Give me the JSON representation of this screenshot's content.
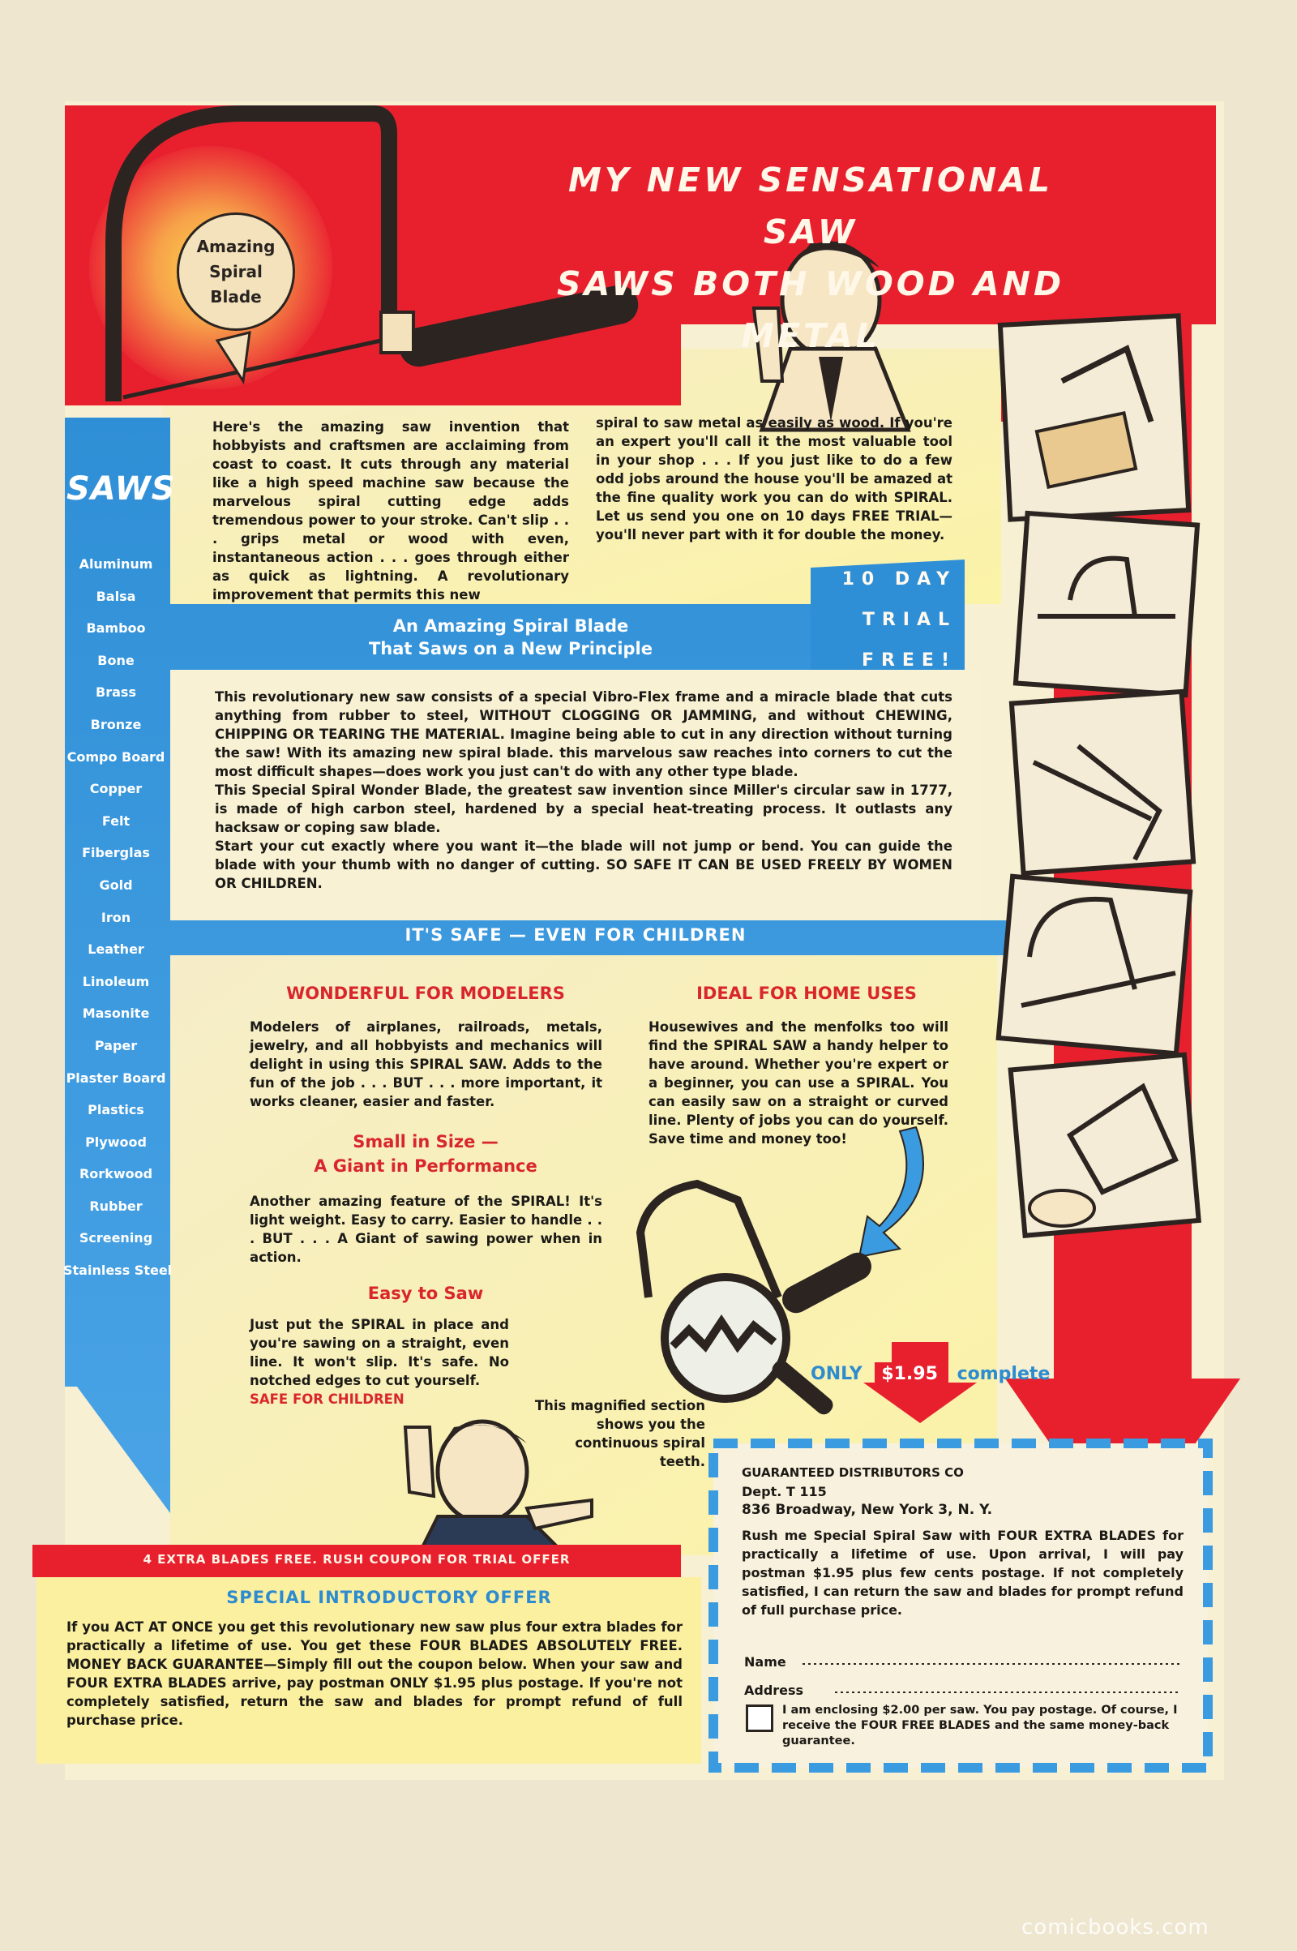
{
  "headline": {
    "line1": "MY NEW SENSATIONAL SAW",
    "line2": "SAWS BOTH WOOD AND METAL"
  },
  "badge": {
    "line1": "Amazing",
    "line2": "Spiral",
    "line3": "Blade"
  },
  "intro": {
    "col1": "Here's the amazing saw invention that hobbyists and craftsmen are acclaiming from coast to coast. It cuts through any material like a high speed machine saw because the marvelous spiral cutting edge adds tremendous power to your stroke. Can't slip . . . grips metal or wood with even, instantaneous action . . . goes through either as quick as lightning. A revolutionary improvement that permits this new",
    "col2": "spiral to saw metal as easily as wood. If you're an expert you'll call it the most valuable tool in your shop . . . If you just like to do a few odd jobs around the house you'll be amazed at the fine quality work you can do with SPIRAL. Let us send you one on 10 days FREE TRIAL—you'll never part with it for double the money."
  },
  "trial": {
    "line1": "10 DAY",
    "line2": "TRIAL",
    "line3": "FREE!"
  },
  "spiral_heading": {
    "line1": "An Amazing Spiral Blade",
    "line2": "That Saws on a New Principle"
  },
  "saws_sidebar": {
    "title": "SAWS",
    "materials": [
      "Aluminum",
      "Balsa",
      "Bamboo",
      "Bone",
      "Brass",
      "Bronze",
      "Compo Board",
      "Copper",
      "Felt",
      "Fiberglas",
      "Gold",
      "Iron",
      "Leather",
      "Linoleum",
      "Masonite",
      "Paper",
      "Plaster Board",
      "Plastics",
      "Plywood",
      "Rorkwood",
      "Rubber",
      "Screening",
      "Stainless Steel"
    ]
  },
  "description": {
    "p1": "This revolutionary new saw consists of a special Vibro-Flex frame and a miracle blade that cuts anything from rubber to steel, WITHOUT CLOGGING OR JAMMING, and without CHEWING, CHIPPING OR TEARING THE MATERIAL. Imagine being able to cut in any direction without turning the saw! With its amazing new spiral blade. this marvelous saw reaches into corners to cut the most difficult shapes—does work you just can't do with any other type blade.",
    "p2": "This Special Spiral Wonder Blade, the greatest saw invention since Miller's circular saw in 1777, is made of high carbon steel, hardened by a special heat-treating process. It outlasts any hacksaw or coping saw blade.",
    "p3": "Start your cut exactly where you want it—the blade will not jump or bend. You can guide the blade with your thumb with no danger of cutting. SO SAFE IT CAN BE USED FREELY BY WOMEN OR CHILDREN."
  },
  "safe_heading": "IT'S SAFE — EVEN FOR CHILDREN",
  "modelers": {
    "heading": "WONDERFUL FOR MODELERS",
    "text": "Modelers of airplanes, railroads, metals, jewelry, and all hobbyists and mechanics will delight in using this SPIRAL SAW. Adds to the fun of the job . . . BUT . . . more important, it works cleaner, easier and faster."
  },
  "small_size": {
    "heading1": "Small in Size —",
    "heading2": "A Giant in Performance",
    "text": "Another amazing feature of the SPIRAL! It's light weight. Easy to carry. Easier to handle . . . BUT . . . A Giant of sawing power when in action."
  },
  "easy": {
    "heading": "Easy to Saw",
    "text": "Just put the SPIRAL in place and you're sawing on a straight, even line. It won't slip. It's safe. No notched edges to cut yourself.",
    "safe_note": "SAFE FOR CHILDREN"
  },
  "home": {
    "heading": "IDEAL FOR HOME USES",
    "text": "Housewives and the menfolks too will find the SPIRAL SAW a handy helper to have around. Whether you're expert or a beginner, you can use a SPIRAL. You can easily saw on a straight or curved line. Plenty of jobs you can do yourself. Save time and money too!"
  },
  "magnified_caption": "This magnified section shows you the continuous spiral teeth.",
  "price": {
    "only": "ONLY",
    "amount": "$1.95",
    "complete": "complete"
  },
  "banner": "4 EXTRA BLADES FREE. RUSH COUPON FOR TRIAL OFFER",
  "special_offer": {
    "heading": "SPECIAL INTRODUCTORY OFFER",
    "text": "If you ACT AT ONCE you get this revolutionary new saw plus four extra blades for practically a lifetime of use. You get these FOUR BLADES ABSOLUTELY FREE. MONEY BACK GUARANTEE—Simply fill out the coupon below. When your saw and FOUR EXTRA BLADES arrive, pay postman ONLY $1.95 plus postage. If you're not completely satisfied, return the saw and blades for prompt refund of full purchase price."
  },
  "coupon": {
    "company": "GUARANTEED DISTRIBUTORS CO",
    "dept": "Dept. T 115",
    "address": "836 Broadway, New York 3, N. Y.",
    "text": "Rush me Special Spiral Saw with FOUR EXTRA BLADES for practically a lifetime of use. Upon arrival, I will pay postman $1.95 plus few cents postage. If not completely satisfied, I can return the saw and blades for prompt refund of full purchase price.",
    "name_label": "Name",
    "address_label": "Address",
    "enclose_text": "I am enclosing $2.00 per saw. You pay postage. Of course, I receive the FOUR FREE BLADES and the same money-back guarantee."
  },
  "watermark": "comicbooks.com"
}
